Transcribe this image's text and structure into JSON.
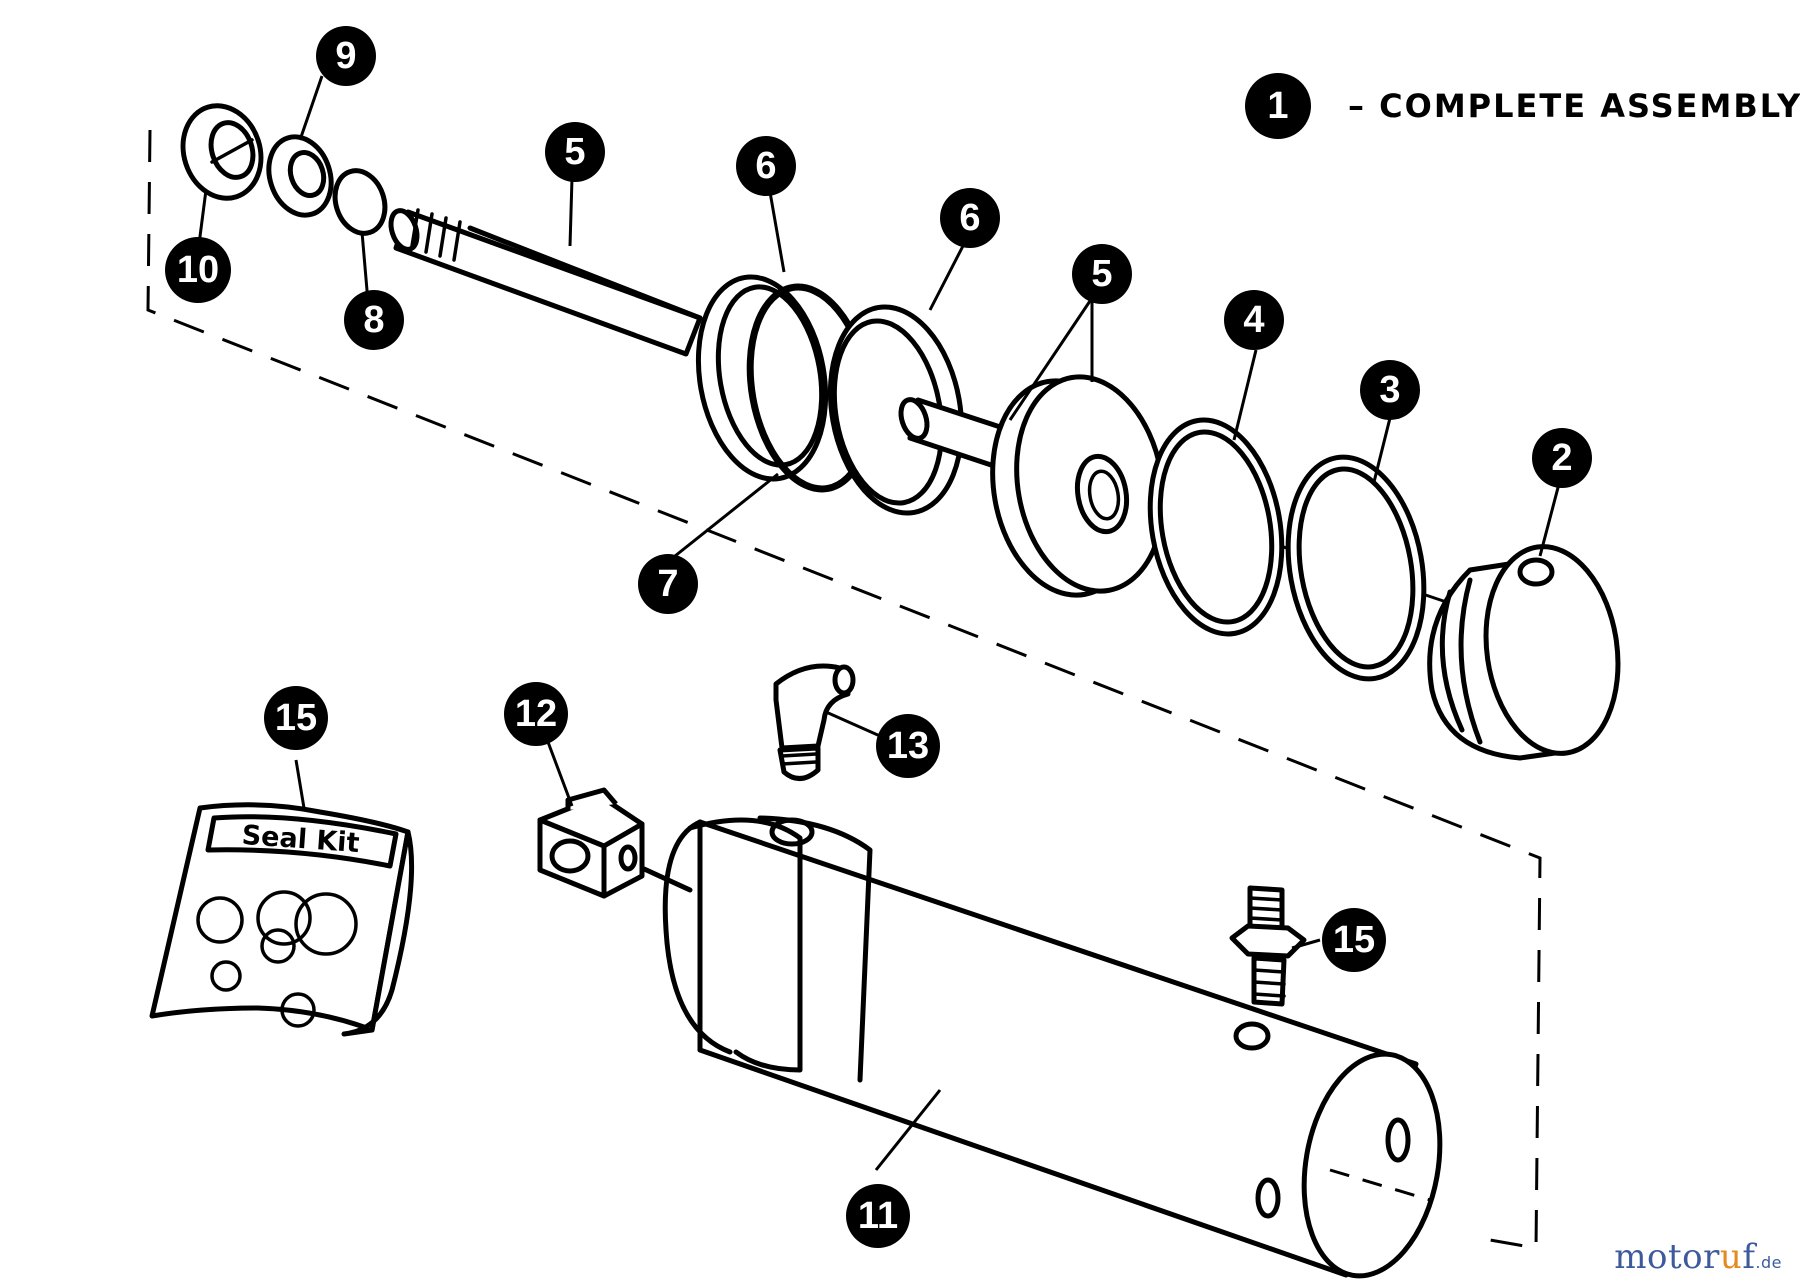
{
  "legend": {
    "badge": "1",
    "text": "– COMPLETE ASSEMBLY"
  },
  "callouts": {
    "c2": "2",
    "c3": "3",
    "c4": "4",
    "c5a": "5",
    "c5b": "5",
    "c6a": "6",
    "c6b": "6",
    "c7": "7",
    "c8": "8",
    "c9": "9",
    "c10": "10",
    "c11": "11",
    "c12": "12",
    "c13": "13",
    "c15a": "15",
    "c15b": "15"
  },
  "seal_kit_label": "Seal Kit",
  "watermark": {
    "prefix": "motor",
    "accent": "u",
    "suffix": "f",
    "tld": ".de"
  },
  "colors": {
    "line": "#000000",
    "background": "#ffffff",
    "watermark_blue": "#3d5a9c",
    "watermark_orange": "#e58a1f"
  }
}
